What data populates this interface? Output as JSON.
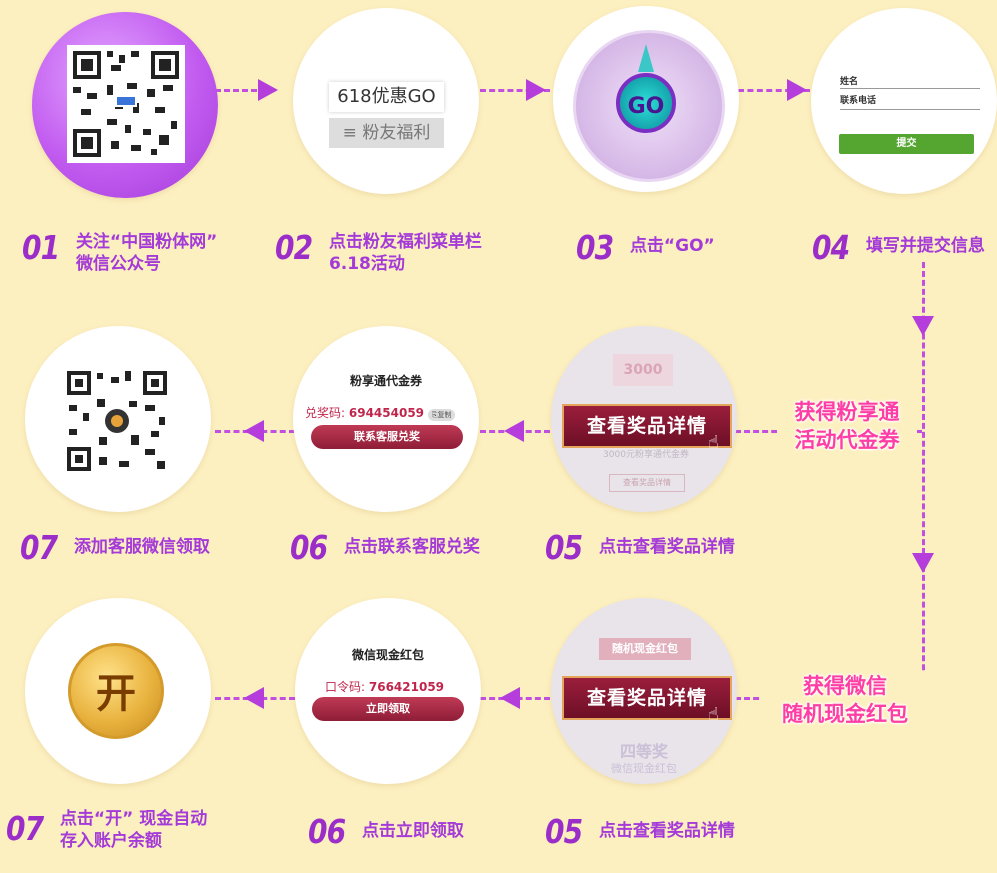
{
  "steps_row1": [
    {
      "num": "01",
      "text": "关注“中国粉体网”\n微信公众号"
    },
    {
      "num": "02",
      "text": "点击粉友福利菜单栏\n6.18活动"
    },
    {
      "num": "03",
      "text": "点击“GO”"
    },
    {
      "num": "04",
      "text": "填写并提交信息"
    }
  ],
  "steps_row2": [
    {
      "num": "07",
      "text": "添加客服微信领取"
    },
    {
      "num": "06",
      "text": "点击联系客服兑奖"
    },
    {
      "num": "05",
      "text": "点击查看奖品详情"
    }
  ],
  "steps_row3": [
    {
      "num": "07",
      "text": "点击“开” 现金自动\n存入账户余额"
    },
    {
      "num": "06",
      "text": "点击立即领取"
    },
    {
      "num": "05",
      "text": "点击查看奖品详情"
    }
  ],
  "menu": {
    "item1": "618优惠GO",
    "item2": "≡ 粉友福利"
  },
  "go_label": "GO",
  "form": {
    "name_label": "姓名",
    "phone_label": "联系电话",
    "submit": "提交"
  },
  "voucher": {
    "title": "粉享通代金券",
    "code_label": "兑奖码:",
    "code": "694454059",
    "copy": "复制",
    "button": "联系客服兑奖"
  },
  "redpacket": {
    "title": "微信现金红包",
    "code_label": "口令码:",
    "code": "766421059",
    "button": "立即领取"
  },
  "prize_button": "查看奖品详情",
  "prize1_bg": {
    "amount": "3000",
    "desc": "3000元粉享通代金券",
    "btn": "查看奖品详情"
  },
  "prize2_bg": {
    "banner": "随机现金红包",
    "level": "四等奖",
    "desc": "微信现金红包"
  },
  "side1": "获得粉享通\n活动代金券",
  "side2": "获得微信\n随机现金红包",
  "open_char": "开",
  "colors": {
    "accent": "#a43ad8",
    "highlight": "#ff3ea5",
    "background": "#fdf0c0"
  }
}
